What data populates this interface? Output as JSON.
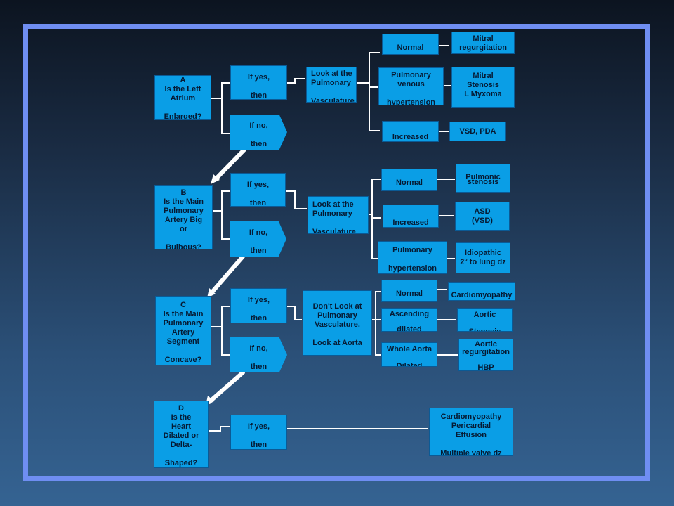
{
  "colors": {
    "frame": "#6f8ef2",
    "box": "#0a9ee6",
    "text": "#061a33",
    "link": "#ffffff"
  },
  "nodes": {
    "a_question": "A\nIs the Left\nAtrium\n\nEnlarged?",
    "a_yes": "If yes,\n\nthen",
    "a_no": "If no,\n\nthen",
    "a_look": "Look at the\nPulmonary\n\nVasculature",
    "a_normal": "\nNormal",
    "a_pvh": "Pulmonary\nvenous\n\nhypertension",
    "a_increased": "\n\nIncreased",
    "a_mitral_reg": "Mitral\nregurgitation",
    "a_mitral_sten": "Mitral\nStenosis\nL Myxoma",
    "a_vsd_pda": "VSD, PDA",
    "b_question": "B\nIs the Main\nPulmonary\nArtery Big\nor\n\nBulbous?",
    "b_yes": "If yes,\n\nthen",
    "b_no": "If no,\n\nthen",
    "b_look": "Look at the\nPulmonary\n\nVasculature",
    "b_normal": "\nNormal",
    "b_increased": "\n\nIncreased",
    "b_ph": "Pulmonary\n\nhypertension",
    "b_pulm_sten": "Pulmonic\nstenosis",
    "b_asd": "ASD\n(VSD)",
    "b_idio": "Idiopathic\n2° to lung dz",
    "c_question": "C\nIs the Main\nPulmonary\nArtery\nSegment\n\nConcave?",
    "c_yes": "If yes,\n\nthen",
    "c_no": "If no,\n\nthen",
    "c_dont": "Don't Look at\nPulmonary\nVasculature.\n\nLook at Aorta",
    "c_normal": "\nNormal",
    "c_asc": "Ascending\n\ndilated",
    "c_whole": "Whole Aorta\n\nDilated",
    "c_cardio": "\nCardiomyopathy",
    "c_aortic_sten": "Aortic\n\nStenosis",
    "c_aortic_reg": "Aortic\nregurgitation\n\nHBP",
    "d_question": "D\nIs the\nHeart\nDilated or\nDelta-\n\nShaped?",
    "d_yes": "If yes,\n\nthen",
    "d_result": "Cardiomyopathy\nPericardial\nEffusion\n\nMultiple valve dz"
  }
}
